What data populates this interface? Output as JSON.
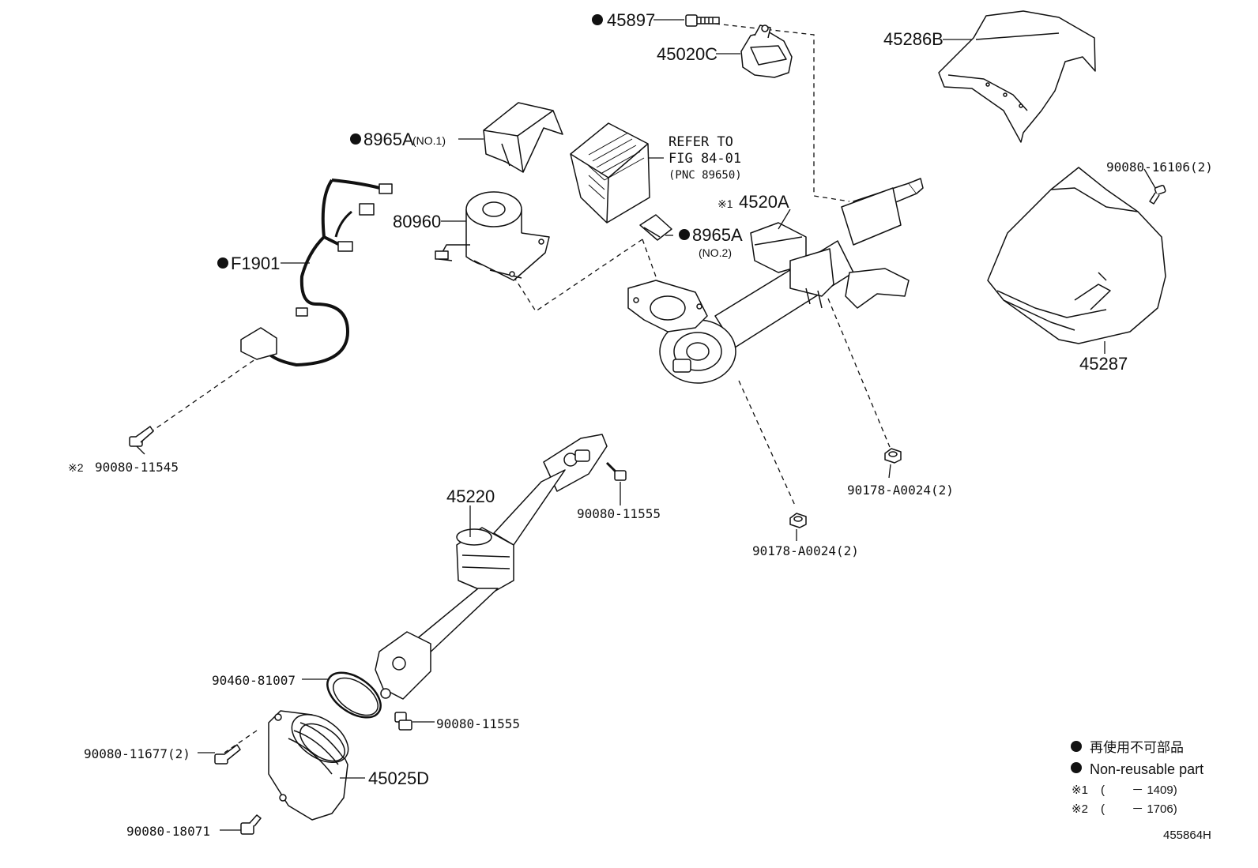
{
  "diagram": {
    "figure_id": "455864H",
    "parts": {
      "p45897": "45897",
      "p45020c": "45020C",
      "p45286b": "45286B",
      "p8965a_1": "8965A",
      "p8965a_1_note": "(NO.1)",
      "refer_line1": "REFER TO",
      "refer_line2": "FIG 84-01",
      "refer_line3": "(PNC 89650)",
      "p90080_16106": "90080-16106(2)",
      "p4520a": "4520A",
      "p4520a_mark": "※1",
      "p80960": "80960",
      "p8965a_2": "8965A",
      "p8965a_2_note": "(NO.2)",
      "pf1901": "F1901",
      "p45287": "45287",
      "p90080_11545": "90080-11545",
      "p90080_11545_mark": "※2",
      "p45220": "45220",
      "p90080_11555_a": "90080-11555",
      "p90178_a": "90178-A0024(2)",
      "p90178_b": "90178-A0024(2)",
      "p90460_81007": "90460-81007",
      "p90080_11555_b": "90080-11555",
      "p90080_11677": "90080-11677(2)",
      "p45025d": "45025D",
      "p90080_18071": "90080-18071"
    },
    "legend": {
      "jp": "再使用不可部品",
      "en": "Non-reusable part",
      "note1_mark": "※1",
      "note1_text": "(　　 － 1409)",
      "note2_mark": "※2",
      "note2_text": "(　　 － 1706)"
    },
    "colors": {
      "ink": "#111111",
      "background": "#ffffff"
    }
  }
}
